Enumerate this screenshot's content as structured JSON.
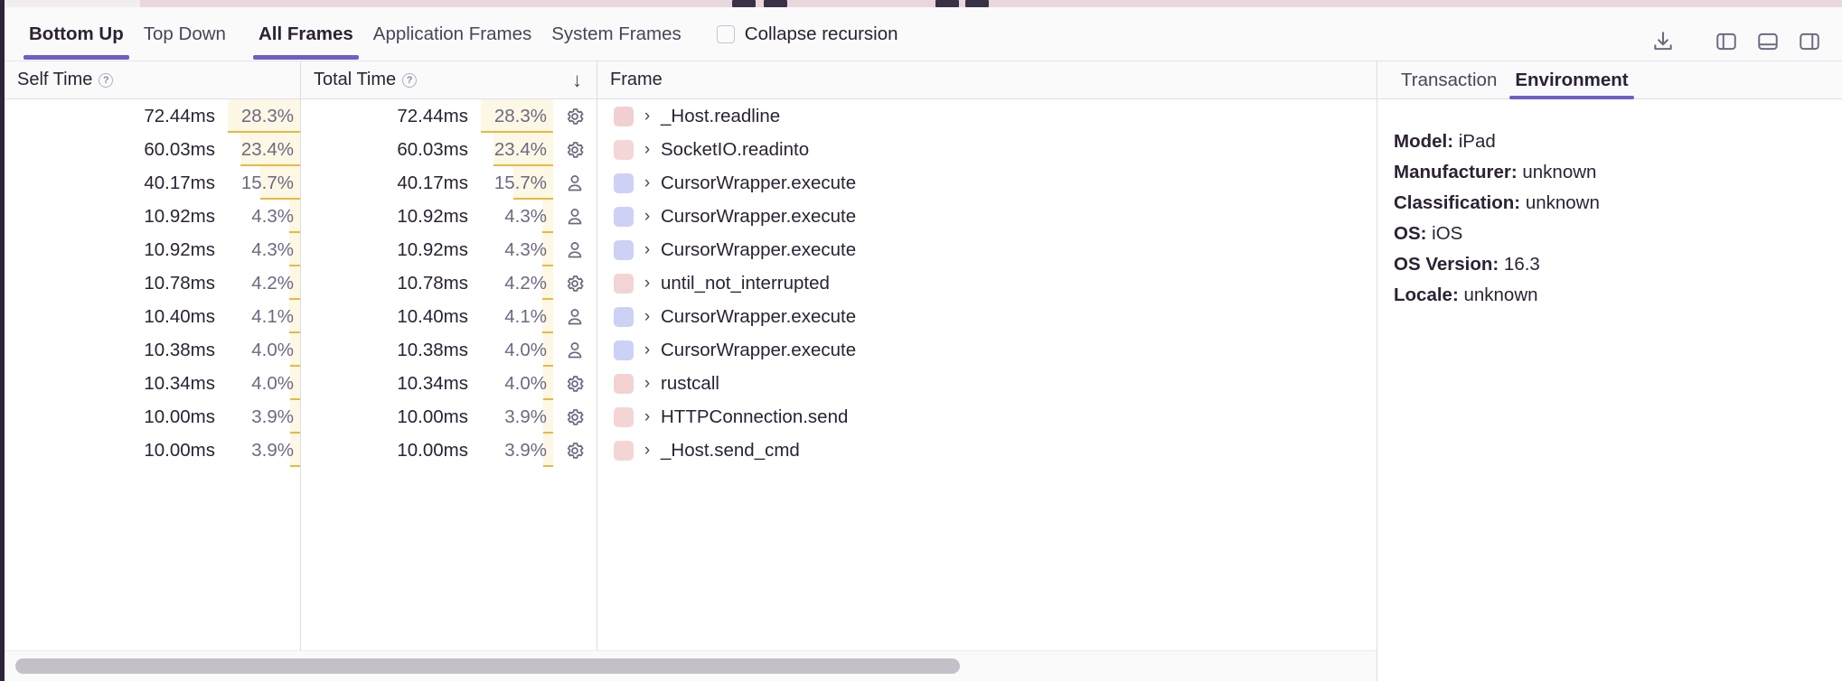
{
  "toolbar": {
    "tabs": [
      {
        "label": "Bottom Up",
        "active": true
      },
      {
        "label": "Top Down",
        "active": false
      },
      {
        "label": "All Frames",
        "active": true
      },
      {
        "label": "Application Frames",
        "active": false
      },
      {
        "label": "System Frames",
        "active": false
      }
    ],
    "collapse_recursion_label": "Collapse recursion",
    "collapse_recursion_checked": false,
    "icons": [
      "download-icon",
      "left-panel-toggle-icon",
      "bottom-panel-toggle-icon",
      "right-panel-toggle-icon"
    ]
  },
  "table": {
    "columns": [
      {
        "key": "self_time",
        "label": "Self Time",
        "help": "?",
        "sorted": false
      },
      {
        "key": "total_time",
        "label": "Total Time",
        "help": "?",
        "sorted": true,
        "sort_direction": "↓"
      },
      {
        "key": "frame",
        "label": "Frame",
        "help": "",
        "sorted": false
      }
    ],
    "rows": [
      {
        "self_time": "72.44ms",
        "self_pct": "28.3%",
        "self_pct_value": 28.3,
        "total_time": "72.44ms",
        "total_pct": "28.3%",
        "total_pct_value": 28.3,
        "kind": "system",
        "kind_icon": "gear-icon",
        "swatch_color": "#f2cfd1",
        "frame": "_Host.readline"
      },
      {
        "self_time": "60.03ms",
        "self_pct": "23.4%",
        "self_pct_value": 23.4,
        "total_time": "60.03ms",
        "total_pct": "23.4%",
        "total_pct_value": 23.4,
        "kind": "system",
        "kind_icon": "gear-icon",
        "swatch_color": "#f4d6d6",
        "frame": "SocketIO.readinto"
      },
      {
        "self_time": "40.17ms",
        "self_pct": "15.7%",
        "self_pct_value": 15.7,
        "total_time": "40.17ms",
        "total_pct": "15.7%",
        "total_pct_value": 15.7,
        "kind": "application",
        "kind_icon": "person-icon",
        "swatch_color": "#ccd1f5",
        "frame": "CursorWrapper.execute"
      },
      {
        "self_time": "10.92ms",
        "self_pct": "4.3%",
        "self_pct_value": 4.3,
        "total_time": "10.92ms",
        "total_pct": "4.3%",
        "total_pct_value": 4.3,
        "kind": "application",
        "kind_icon": "person-icon",
        "swatch_color": "#ccd1f5",
        "frame": "CursorWrapper.execute"
      },
      {
        "self_time": "10.92ms",
        "self_pct": "4.3%",
        "self_pct_value": 4.3,
        "total_time": "10.92ms",
        "total_pct": "4.3%",
        "total_pct_value": 4.3,
        "kind": "application",
        "kind_icon": "person-icon",
        "swatch_color": "#ccd1f5",
        "frame": "CursorWrapper.execute"
      },
      {
        "self_time": "10.78ms",
        "self_pct": "4.2%",
        "self_pct_value": 4.2,
        "total_time": "10.78ms",
        "total_pct": "4.2%",
        "total_pct_value": 4.2,
        "kind": "system",
        "kind_icon": "gear-icon",
        "swatch_color": "#f3d4d4",
        "frame": "until_not_interrupted"
      },
      {
        "self_time": "10.40ms",
        "self_pct": "4.1%",
        "self_pct_value": 4.1,
        "total_time": "10.40ms",
        "total_pct": "4.1%",
        "total_pct_value": 4.1,
        "kind": "application",
        "kind_icon": "person-icon",
        "swatch_color": "#ccd1f5",
        "frame": "CursorWrapper.execute"
      },
      {
        "self_time": "10.38ms",
        "self_pct": "4.0%",
        "self_pct_value": 4.0,
        "total_time": "10.38ms",
        "total_pct": "4.0%",
        "total_pct_value": 4.0,
        "kind": "application",
        "kind_icon": "person-icon",
        "swatch_color": "#ccd1f5",
        "frame": "CursorWrapper.execute"
      },
      {
        "self_time": "10.34ms",
        "self_pct": "4.0%",
        "self_pct_value": 4.0,
        "total_time": "10.34ms",
        "total_pct": "4.0%",
        "total_pct_value": 4.0,
        "kind": "system",
        "kind_icon": "gear-icon",
        "swatch_color": "#f3d2d2",
        "frame": "rustcall"
      },
      {
        "self_time": "10.00ms",
        "self_pct": "3.9%",
        "self_pct_value": 3.9,
        "total_time": "10.00ms",
        "total_pct": "3.9%",
        "total_pct_value": 3.9,
        "kind": "system",
        "kind_icon": "gear-icon",
        "swatch_color": "#f4d5d5",
        "frame": "HTTPConnection.send"
      },
      {
        "self_time": "10.00ms",
        "self_pct": "3.9%",
        "self_pct_value": 3.9,
        "total_time": "10.00ms",
        "total_pct": "3.9%",
        "total_pct_value": 3.9,
        "kind": "system",
        "kind_icon": "gear-icon",
        "swatch_color": "#f4d5d5",
        "frame": "_Host.send_cmd"
      }
    ]
  },
  "details": {
    "tabs": [
      {
        "label": "Transaction",
        "active": false
      },
      {
        "label": "Environment",
        "active": true
      }
    ],
    "environment": [
      {
        "key": "Model:",
        "value": "iPad"
      },
      {
        "key": "Manufacturer:",
        "value": "unknown"
      },
      {
        "key": "Classification:",
        "value": "unknown"
      },
      {
        "key": "OS:",
        "value": "iOS"
      },
      {
        "key": "OS Version:",
        "value": "16.3"
      },
      {
        "key": "Locale:",
        "value": "unknown"
      }
    ]
  },
  "colors": {
    "accent": "#6c5fc7",
    "pct_fill": "#fdf8e6",
    "pct_underline": "#e8b93f",
    "system_frame": "#f2cfd1",
    "application_frame": "#ccd1f5"
  }
}
